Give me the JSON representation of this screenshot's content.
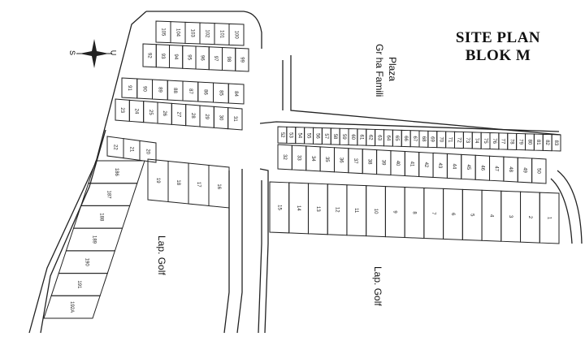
{
  "title": {
    "line1": "SITE PLAN",
    "line2": "BLOK M"
  },
  "labels": {
    "plaza_line1": "Plaza",
    "plaza_line2": "Gr ha Famili",
    "golf_left": "Lap. Golf",
    "golf_right": "Lap. Golf"
  },
  "compass": {
    "left": "S",
    "right": "U"
  },
  "lots": {
    "block_a_top": [
      "105",
      "104",
      "103",
      "102",
      "101",
      "100"
    ],
    "block_a_bottom": [
      "92",
      "93",
      "94",
      "95",
      "96",
      "97",
      "98",
      "99"
    ],
    "block_b_top": [
      "91",
      "90",
      "89",
      "88",
      "87",
      "86",
      "85",
      "84"
    ],
    "block_b_bottom": [
      "23",
      "24",
      "25",
      "26",
      "27",
      "28",
      "29",
      "30",
      "31"
    ],
    "block_c_top": [
      "22",
      "21",
      "20"
    ],
    "block_c_mid": [
      "19",
      "18",
      "17",
      "16"
    ],
    "block_c_left": [
      "186",
      "187",
      "188",
      "189",
      "190",
      "191",
      "192A"
    ],
    "block_d_top": [
      "52",
      "53",
      "54",
      "55",
      "56",
      "57",
      "58",
      "59",
      "60",
      "61",
      "62",
      "63",
      "64",
      "65",
      "66",
      "67",
      "68",
      "69",
      "70",
      "71",
      "72",
      "73",
      "74",
      "75",
      "76",
      "77",
      "78",
      "79",
      "80",
      "81",
      "82",
      "83"
    ],
    "block_d_bottom": [
      "32",
      "33",
      "34",
      "35",
      "36",
      "37",
      "38",
      "39",
      "40",
      "41",
      "42",
      "43",
      "44",
      "45",
      "46",
      "47",
      "48",
      "49",
      "50"
    ],
    "block_e": [
      "15",
      "14",
      "13",
      "12",
      "11",
      "10",
      "9",
      "8",
      "7",
      "6",
      "5",
      "4",
      "3",
      "2",
      "1"
    ]
  }
}
